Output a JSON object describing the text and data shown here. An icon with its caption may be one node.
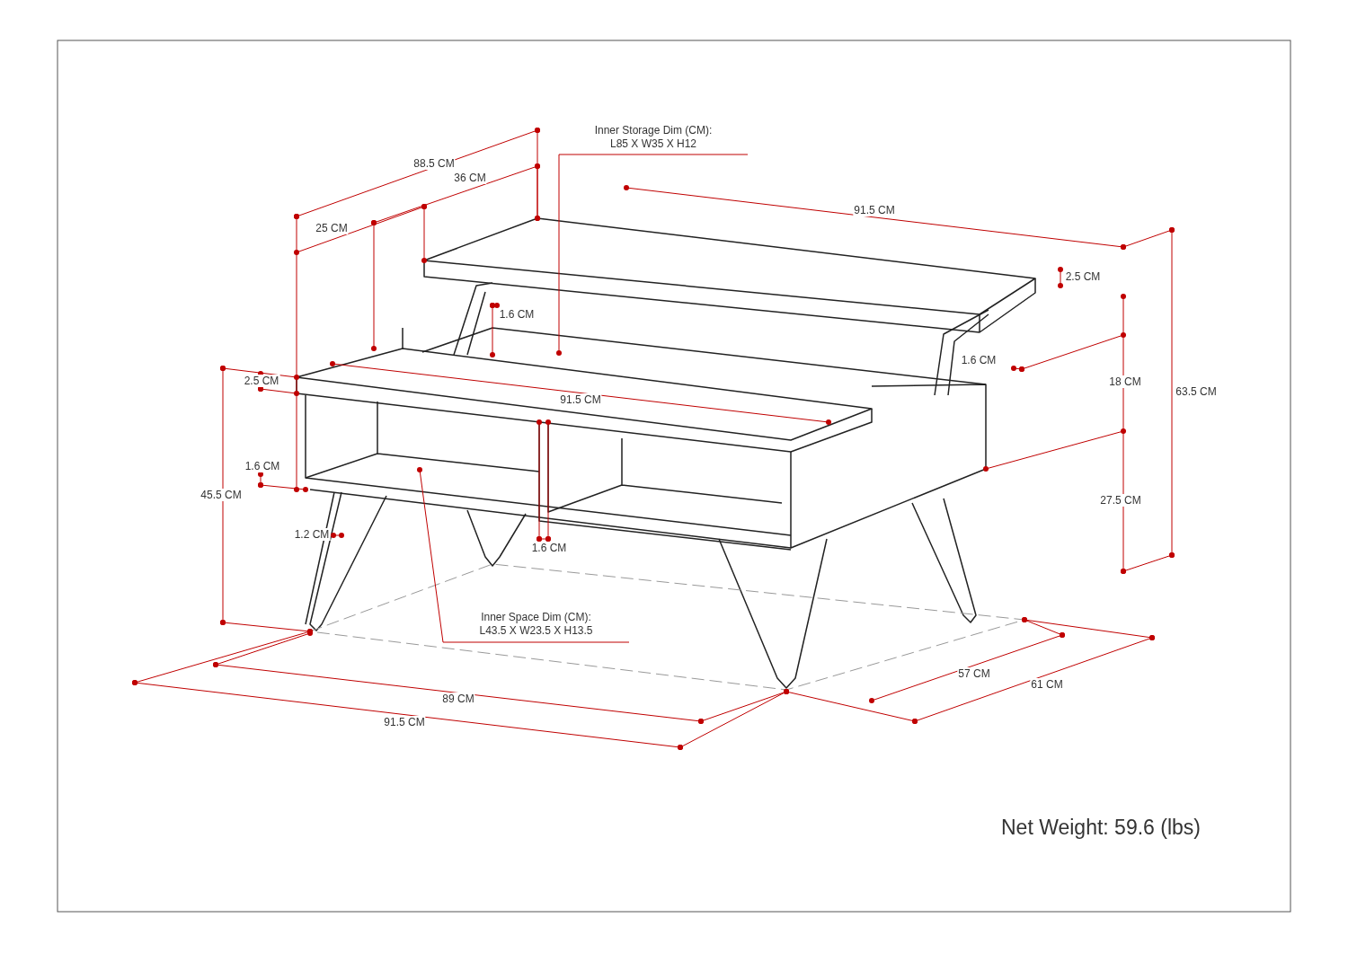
{
  "diagram": {
    "nodes": [
      {
        "text": [
          "Inner Storage Dim (CM):",
          "L85 X W35 X H12"
        ]
      },
      {
        "text": [
          "Inner Space Dim (CM):",
          "L43.5 X W23.5 X H13.5"
        ]
      }
    ],
    "edges": [
      {
        "from": 0,
        "to": null,
        "arrow": "other"
      },
      {
        "from": 1,
        "to": null,
        "arrow": "other"
      }
    ],
    "labels": [
      "88.5 CM",
      "36 CM",
      "25 CM",
      "91.5 CM",
      "2.5 CM",
      "1.6 CM",
      "1.6 CM",
      "2.5 CM",
      "18 CM",
      "63.5 CM",
      "91.5 CM",
      "1.6 CM",
      "45.5 CM",
      "27.5 CM",
      "1.2 CM",
      "1.6 CM",
      "57 CM",
      "61 CM",
      "89 CM",
      "91.5 CM",
      "Net Weight: 59.6 (lbs)"
    ]
  }
}
